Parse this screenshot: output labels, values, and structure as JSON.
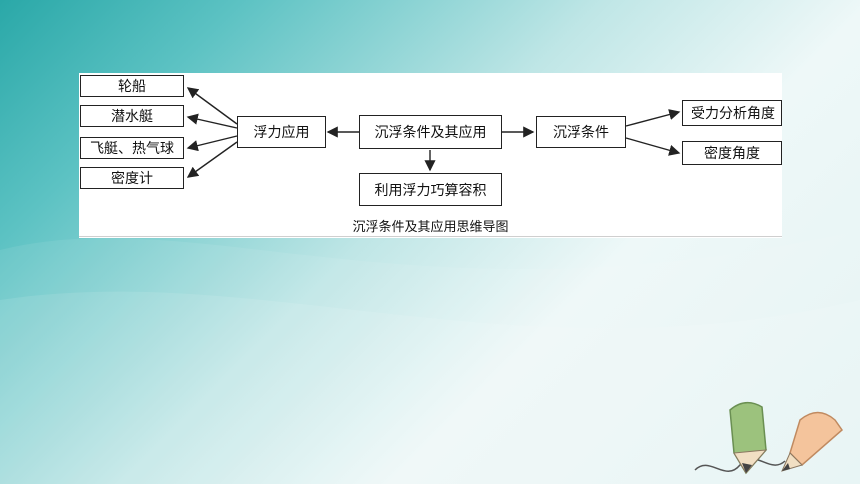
{
  "diagram": {
    "nodes": {
      "ship": "轮船",
      "submarine": "潜水艇",
      "airship": "飞艇、热气球",
      "hydrometer": "密度计",
      "buoyancy_app": "浮力应用",
      "center": "沉浮条件及其应用",
      "float_condition": "沉浮条件",
      "force_analysis": "受力分析角度",
      "density_angle": "密度角度",
      "measure_volume": "利用浮力巧算容积"
    },
    "caption": "沉浮条件及其应用思维导图"
  },
  "colors": {
    "teal": "#2aa8a8",
    "box_border": "#222222"
  }
}
